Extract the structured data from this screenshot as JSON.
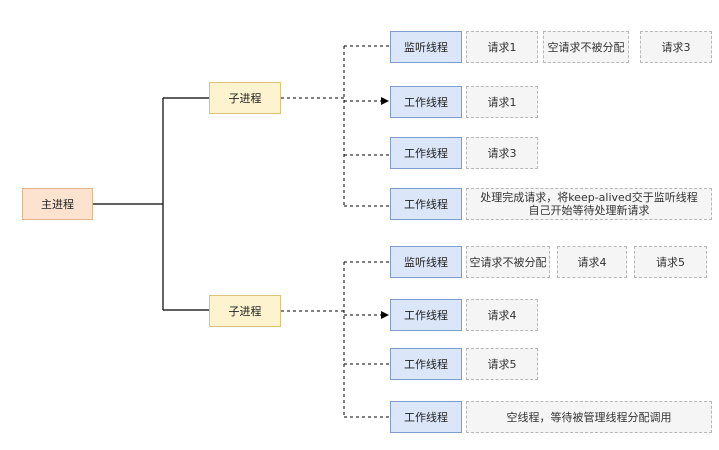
{
  "main_process": "主进程",
  "child_process_a": {
    "label": "子进程",
    "listener": {
      "label": "监听线程",
      "requests": [
        "请求1",
        "空请求不被分配",
        "请求3"
      ]
    },
    "workers": [
      {
        "label": "工作线程",
        "task": "请求1"
      },
      {
        "label": "工作线程",
        "task": "请求3"
      },
      {
        "label": "工作线程",
        "task_lines": [
          "处理完成请求，将keep-alived交于监听线程",
          "自己开始等待处理新请求"
        ]
      }
    ]
  },
  "child_process_b": {
    "label": "子进程",
    "listener": {
      "label": "监听线程",
      "requests": [
        "空请求不被分配",
        "请求4",
        "请求5"
      ]
    },
    "workers": [
      {
        "label": "工作线程",
        "task": "请求4"
      },
      {
        "label": "工作线程",
        "task": "请求5"
      },
      {
        "label": "工作线程",
        "task": "空线程，等待被管理线程分配调用"
      }
    ]
  }
}
